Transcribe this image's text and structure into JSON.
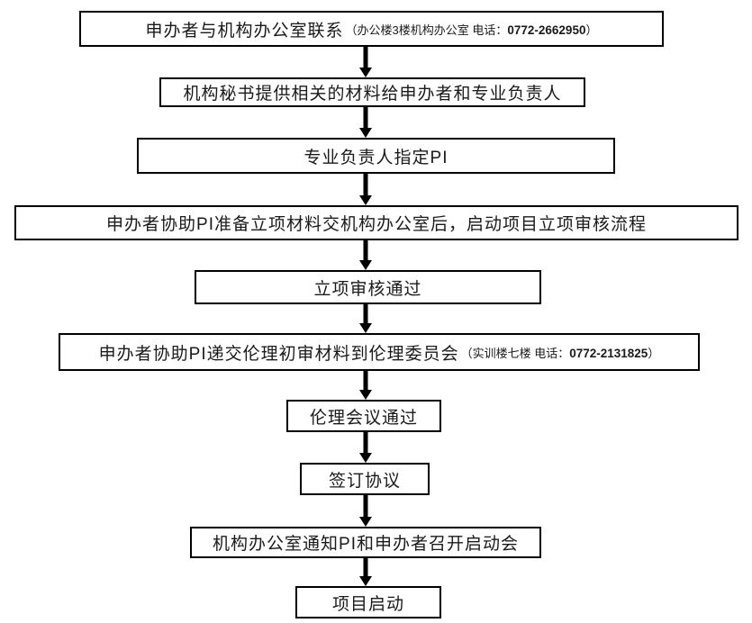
{
  "flow": {
    "steps": [
      {
        "label": "申办者与机构办公室联系",
        "note_prefix": "（办公楼3楼机构办公室  电话：",
        "phone": "0772-2662950",
        "note_suffix": "）"
      },
      {
        "label": "机构秘书提供相关的材料给申办者和专业负责人"
      },
      {
        "label": "专业负责人指定PI"
      },
      {
        "label": "申办者协助PI准备立项材料交机构办公室后，启动项目立项审核流程"
      },
      {
        "label": "立项审核通过"
      },
      {
        "label": "申办者协助PI递交伦理初审材料到伦理委员会",
        "note_prefix": "（实训楼七楼  电话：",
        "phone": "0772-2131825",
        "note_suffix": "）"
      },
      {
        "label": "伦理会议通过"
      },
      {
        "label": "签订协议"
      },
      {
        "label": "机构办公室通知PI和申办者召开启动会"
      },
      {
        "label": "项目启动"
      }
    ],
    "connector": "down-arrow",
    "colors": {
      "background": "#ffffff",
      "box_border": "#000000",
      "arrow": "#000000",
      "text": "#1a1a1a"
    }
  }
}
